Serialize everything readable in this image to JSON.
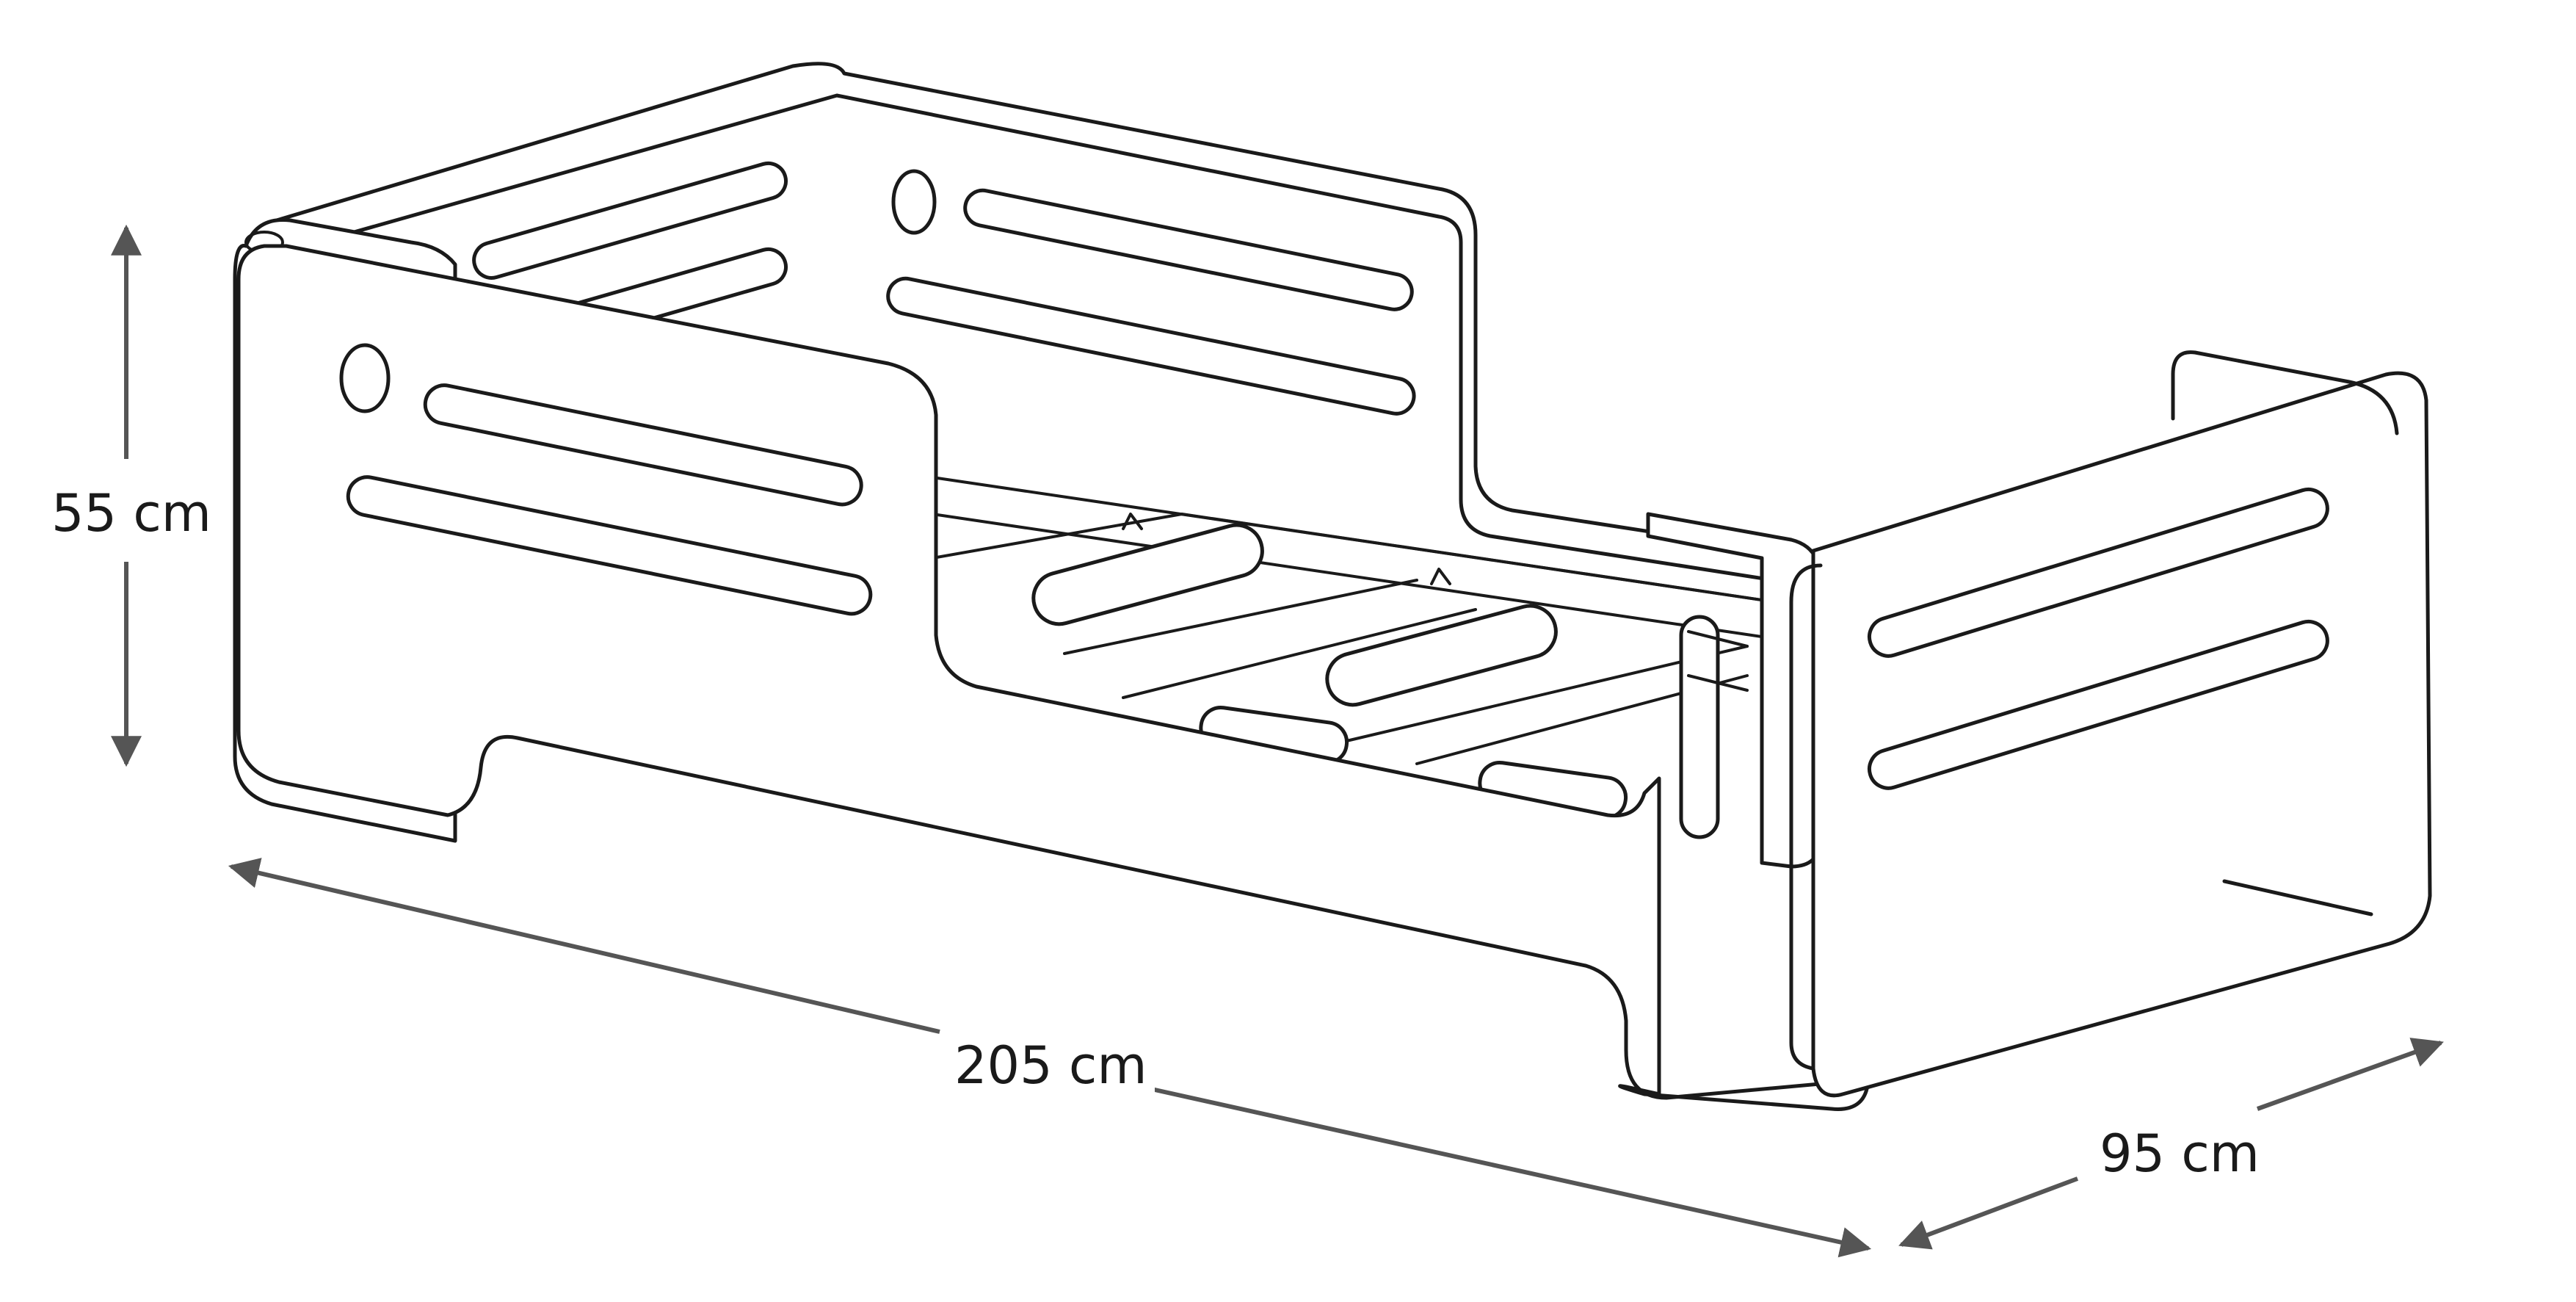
{
  "dimensions": {
    "height": "55 cm",
    "length": "205 cm",
    "width": "95 cm"
  },
  "colors": {
    "outline": "#1a1a1a",
    "dimension_arrow": "#555555",
    "background": "#ffffff"
  }
}
